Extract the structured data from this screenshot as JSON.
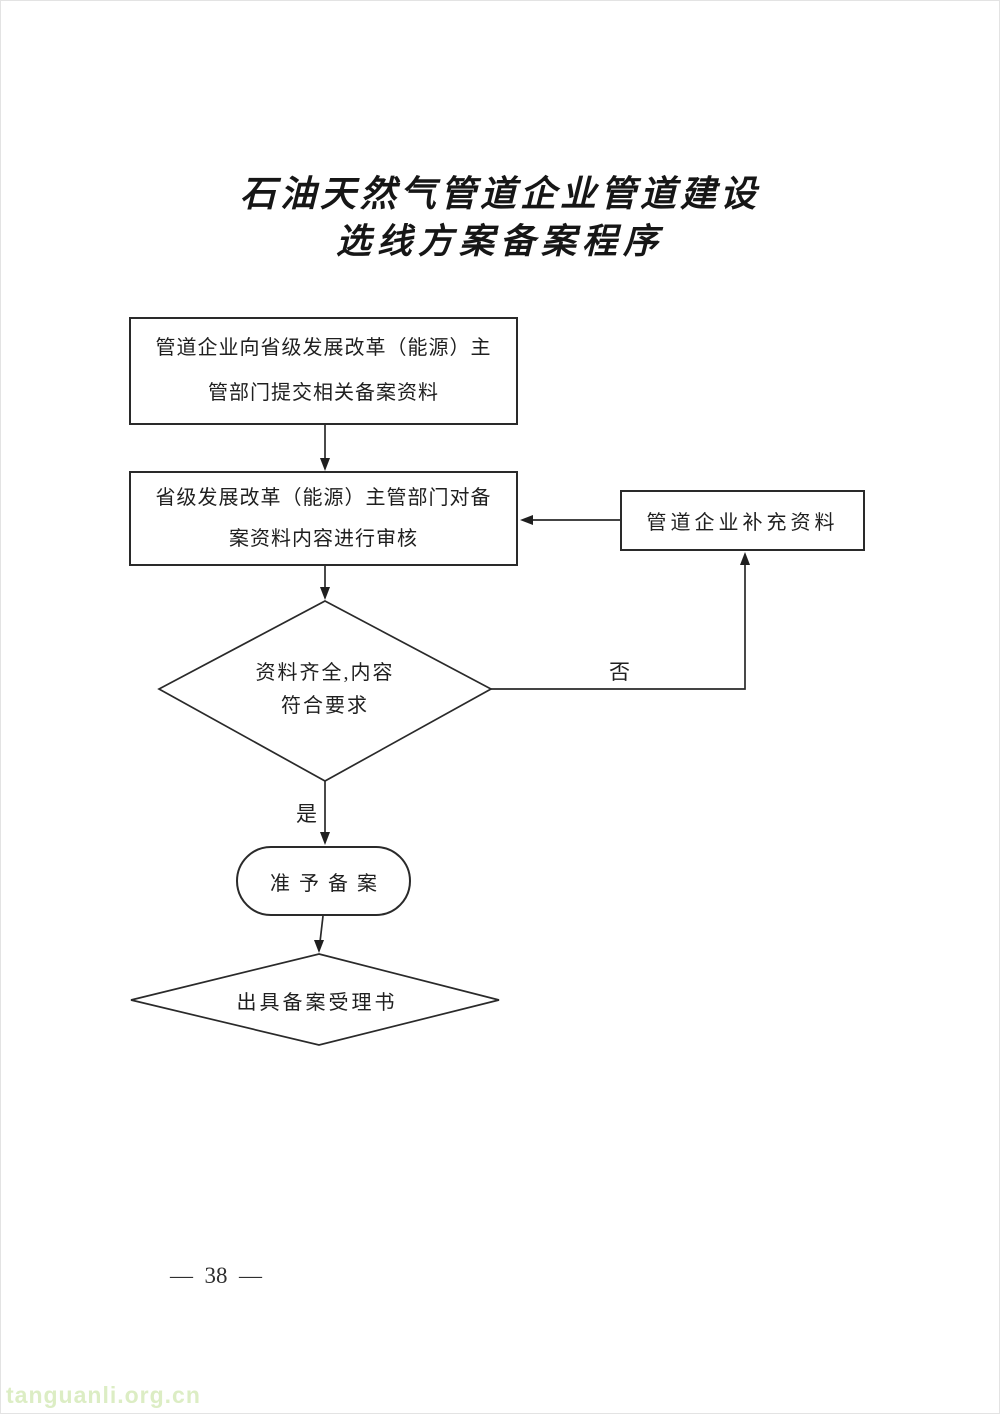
{
  "title": {
    "line1": "石油天然气管道企业管道建设",
    "line2": "选线方案备案程序"
  },
  "flowchart": {
    "nodes": {
      "submit": {
        "type": "process",
        "line1": "管道企业向省级发展改革（能源）主",
        "line2": "管部门提交相关备案资料"
      },
      "review": {
        "type": "process",
        "line1": "省级发展改革（能源）主管部门对备",
        "line2": "案资料内容进行审核"
      },
      "supplement": {
        "type": "process",
        "label": "管道企业补充资料"
      },
      "decision": {
        "type": "decision",
        "line1": "资料齐全,内容",
        "line2": "符合要求"
      },
      "approve": {
        "type": "terminator",
        "label": "准予备案"
      },
      "issue": {
        "type": "output",
        "label": "出具备案受理书"
      }
    },
    "edge_labels": {
      "no": "否",
      "yes": "是"
    }
  },
  "footer": {
    "page_number": "—  38  —"
  },
  "watermark": {
    "text": "tanguanli.org.cn",
    "color": "#dcedc4"
  },
  "colors": {
    "line": "#2a2a2a",
    "text": "#1f1f1f",
    "background": "#ffffff"
  }
}
